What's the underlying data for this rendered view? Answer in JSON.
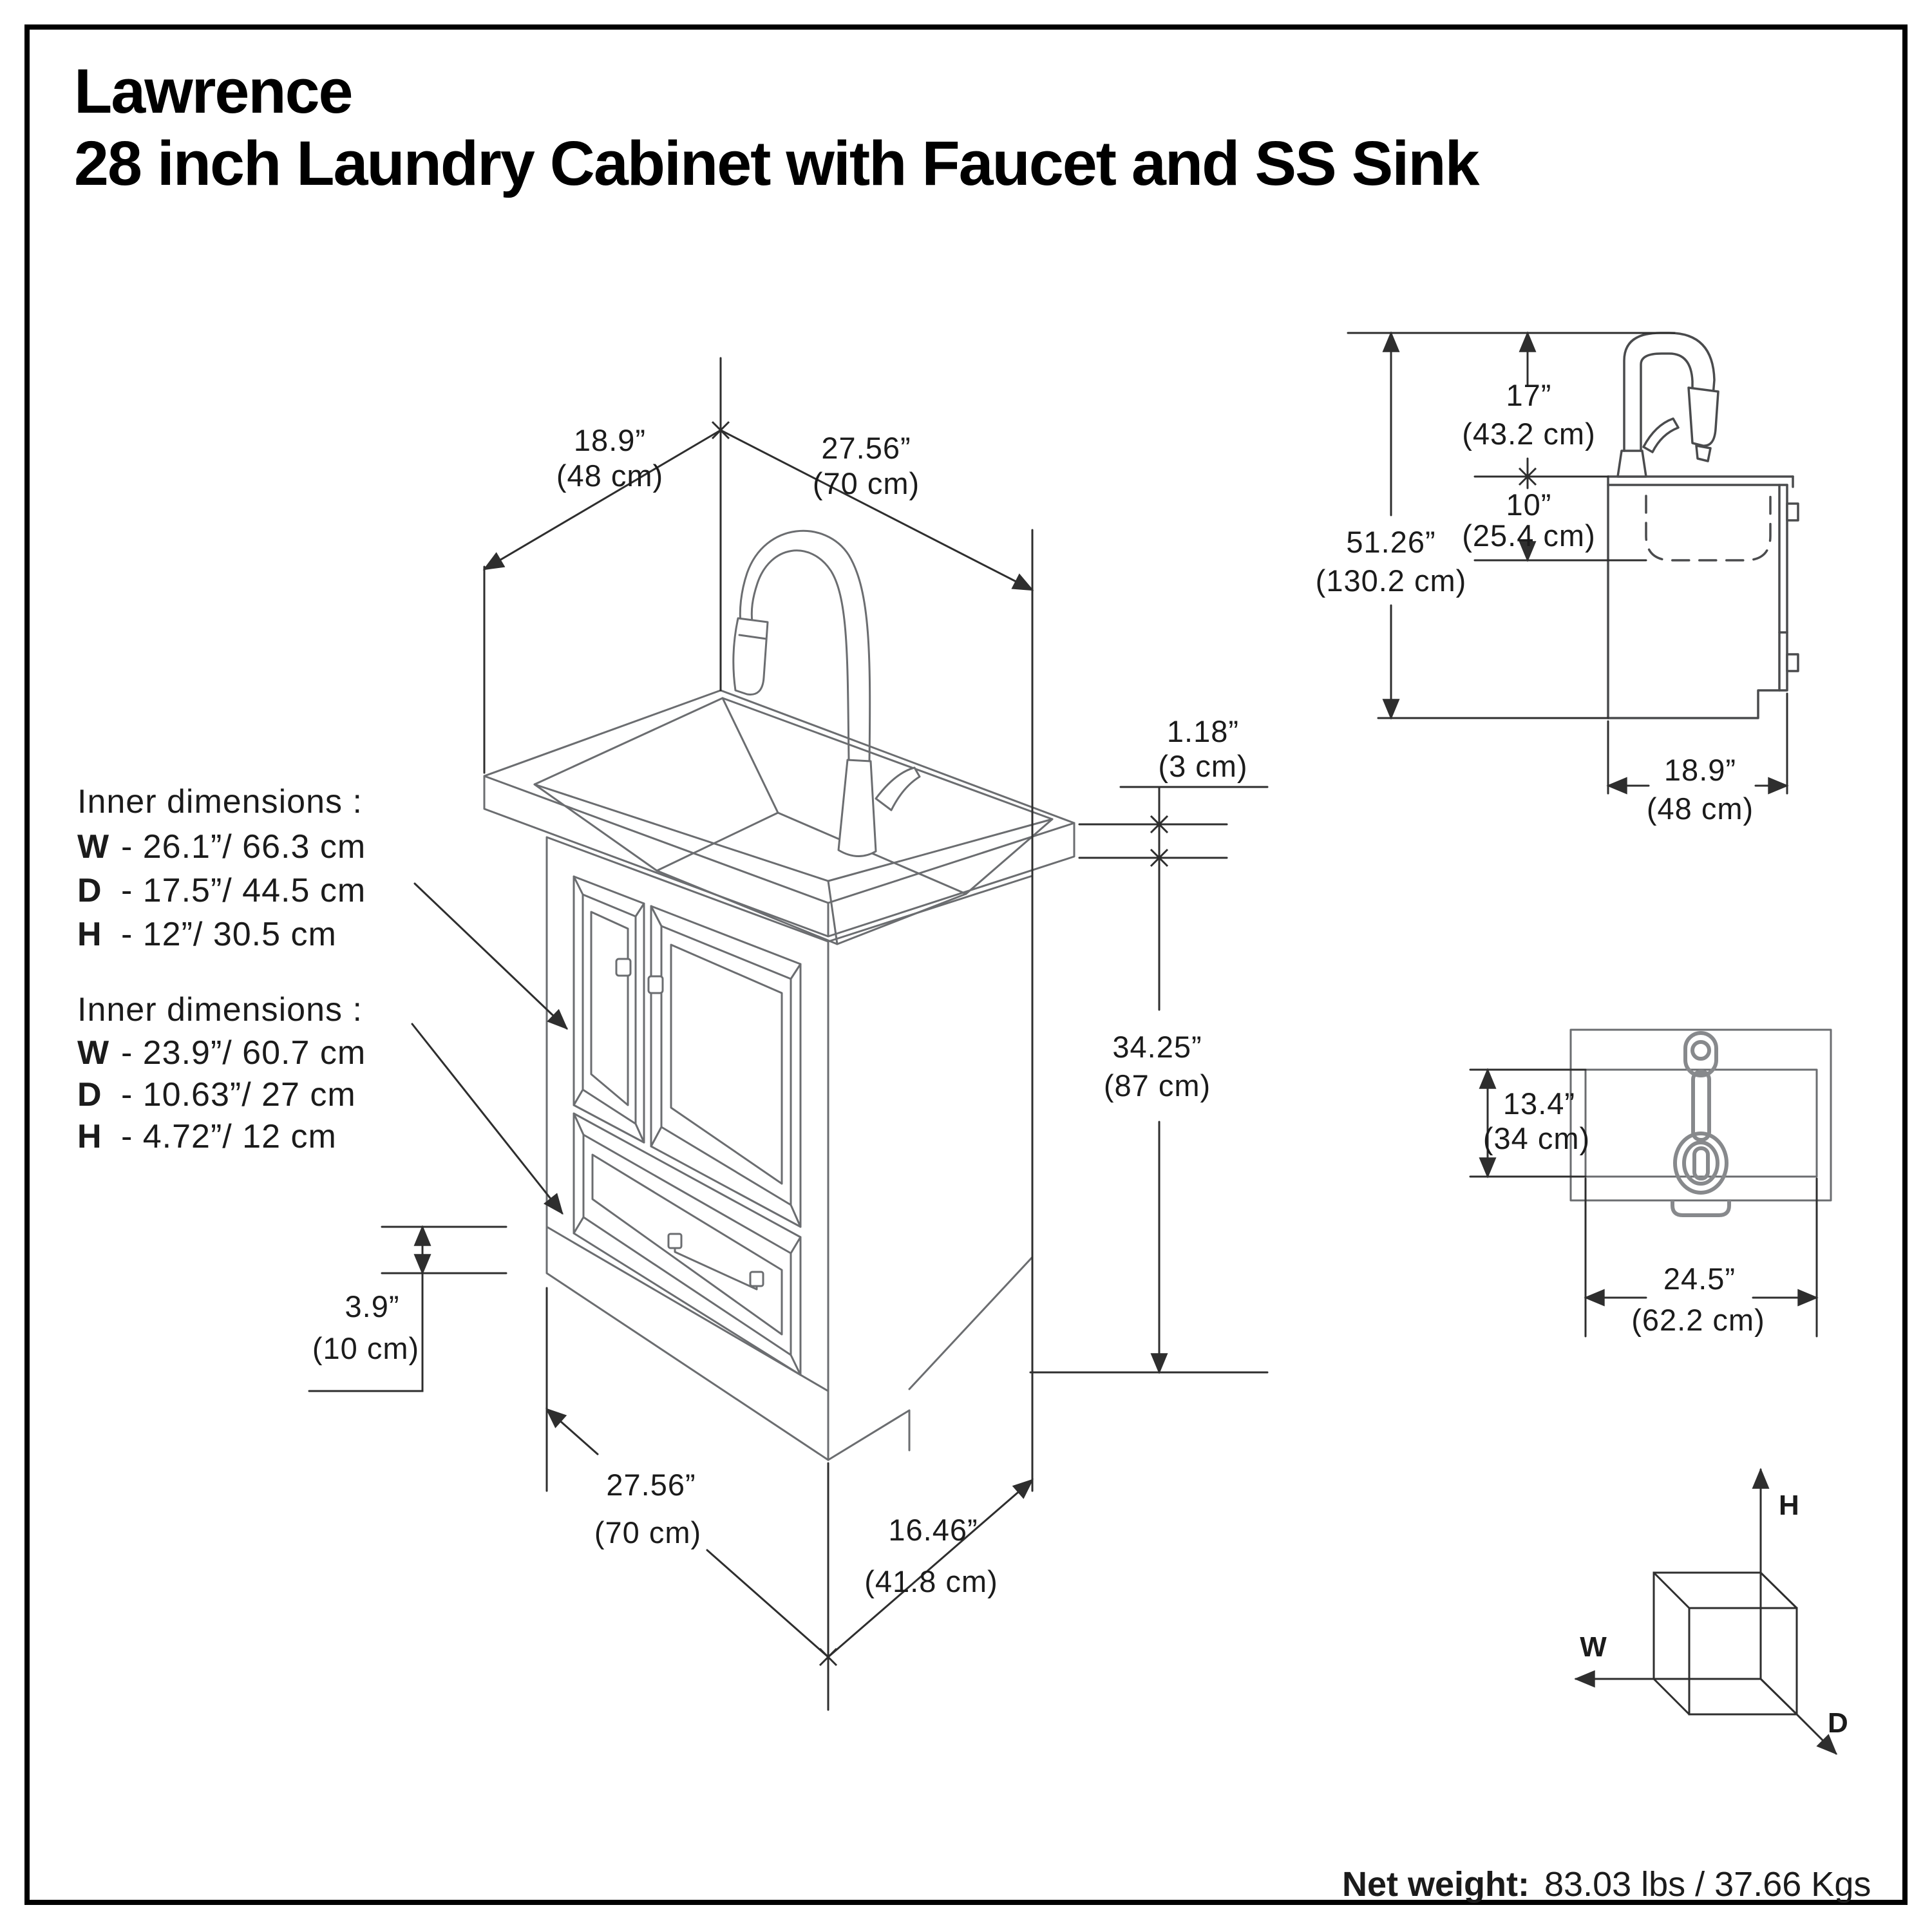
{
  "title": {
    "line1": "Lawrence",
    "line2": "28 inch Laundry Cabinet with Faucet and SS Sink"
  },
  "main_view": {
    "depth_top": {
      "in": "18.9”",
      "cm": "(48 cm)"
    },
    "width_top": {
      "in": "27.56”",
      "cm": "(70 cm)"
    },
    "counter_thickness": {
      "in": "1.18”",
      "cm": "(3 cm)"
    },
    "cabinet_height": {
      "in": "34.25”",
      "cm": "(87 cm)"
    },
    "toe_kick": {
      "in": "3.9”",
      "cm": "(10 cm)"
    },
    "width_bottom": {
      "in": "27.56”",
      "cm": "(70 cm)"
    },
    "depth_bottom": {
      "in": "16.46”",
      "cm": "(41.8 cm)"
    }
  },
  "inner_cabinet": {
    "heading": "Inner dimensions  :",
    "rows": [
      {
        "key": "W",
        "text": "- 26.1”/ 66.3 cm"
      },
      {
        "key": "D",
        "text": "- 17.5”/ 44.5 cm"
      },
      {
        "key": "H",
        "text": "- 12”/ 30.5 cm"
      }
    ]
  },
  "inner_drawer": {
    "heading": "Inner dimensions  :",
    "rows": [
      {
        "key": "W",
        "text": "- 23.9”/ 60.7 cm"
      },
      {
        "key": "D",
        "text": "- 10.63”/ 27 cm"
      },
      {
        "key": "H",
        "text": "- 4.72”/ 12 cm"
      }
    ]
  },
  "side_view": {
    "faucet_height": {
      "in": "17”",
      "cm": "(43.2 cm)"
    },
    "sink_depth": {
      "in": "10”",
      "cm": "(25.4 cm)"
    },
    "total_height": {
      "in": "51.26”",
      "cm": "(130.2 cm)"
    },
    "cabinet_depth": {
      "in": "18.9”",
      "cm": "(48 cm)"
    }
  },
  "top_view": {
    "sink_front_back": {
      "in": "13.4”",
      "cm": "(34 cm)"
    },
    "sink_width": {
      "in": "24.5”",
      "cm": "(62.2 cm)"
    }
  },
  "axes": {
    "height": "H",
    "width": "W",
    "depth": "D"
  },
  "net_weight": {
    "label": "Net weight:",
    "value": "83.03 lbs / 37.66 Kgs"
  }
}
